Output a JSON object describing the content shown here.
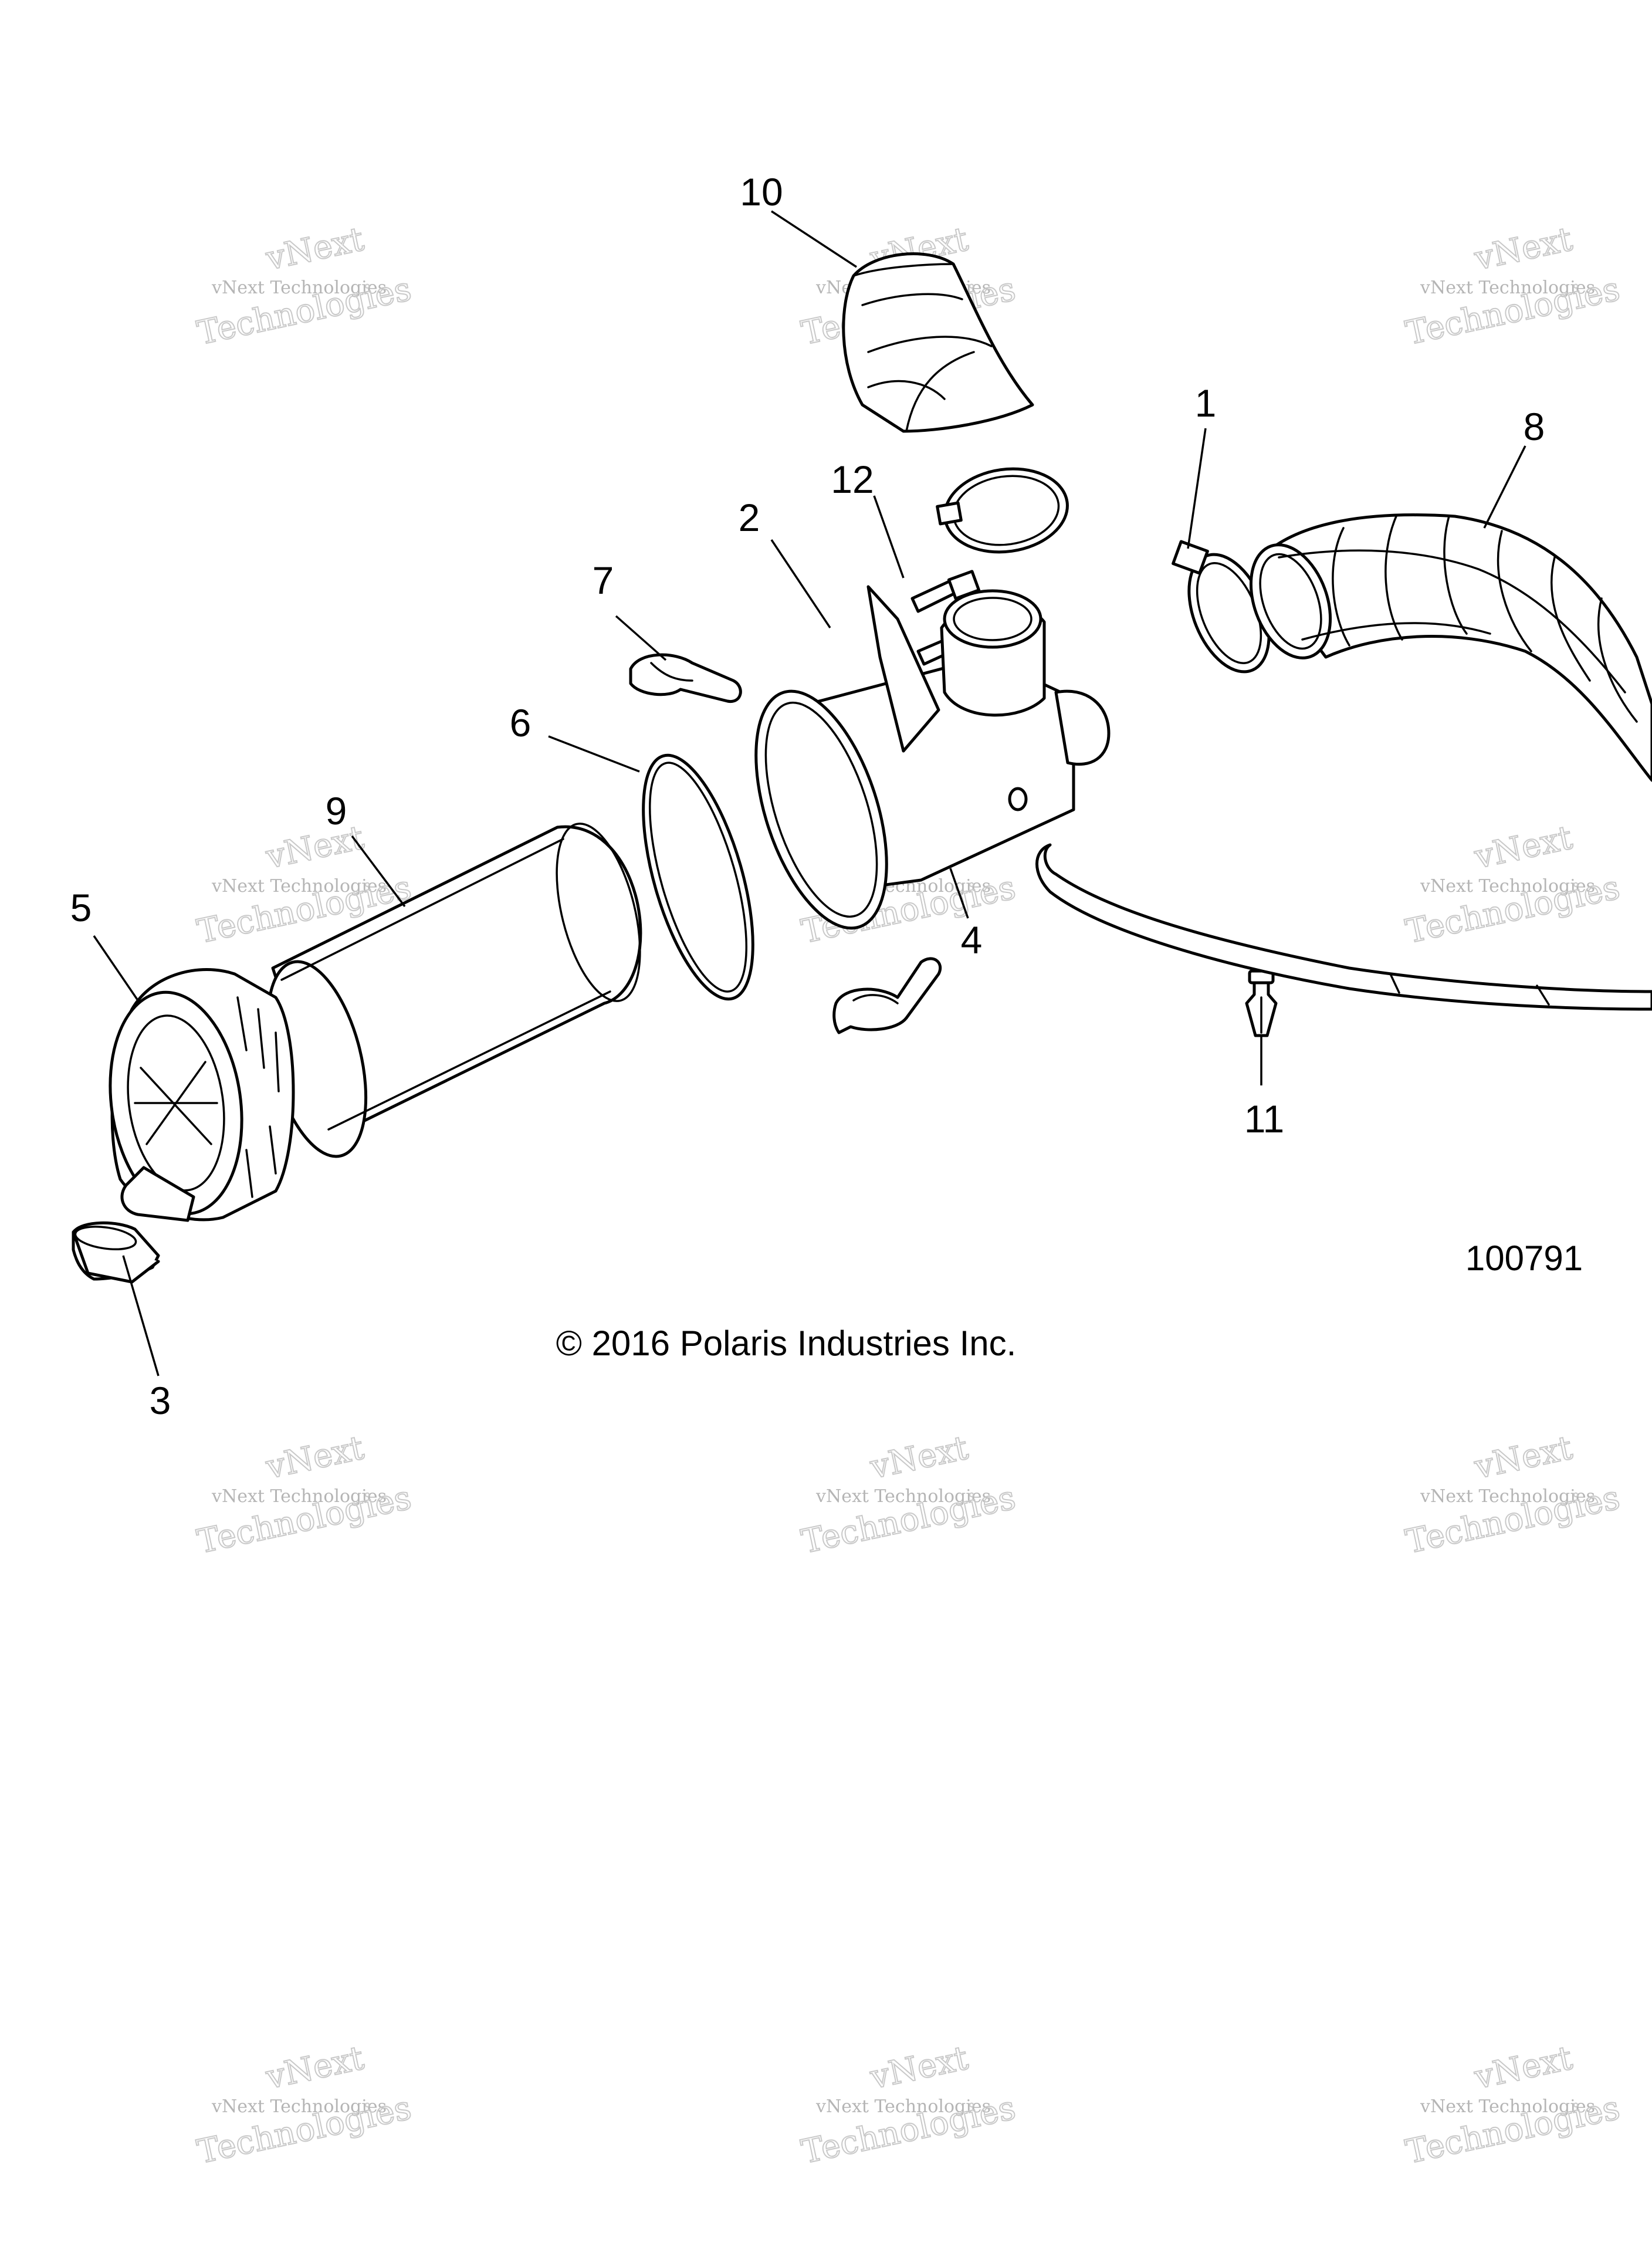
{
  "diagram": {
    "figure_number": "100791",
    "copyright": "© 2016 Polaris Industries Inc.",
    "callouts": [
      {
        "id": "c1",
        "label": "1"
      },
      {
        "id": "c2",
        "label": "2"
      },
      {
        "id": "c3",
        "label": "3"
      },
      {
        "id": "c4",
        "label": "4"
      },
      {
        "id": "c5",
        "label": "5"
      },
      {
        "id": "c6",
        "label": "6"
      },
      {
        "id": "c7",
        "label": "7"
      },
      {
        "id": "c8",
        "label": "8"
      },
      {
        "id": "c9",
        "label": "9"
      },
      {
        "id": "c10",
        "label": "10"
      },
      {
        "id": "c11",
        "label": "11"
      },
      {
        "id": "c12",
        "label": "12"
      }
    ]
  },
  "watermark": {
    "line1": "vNext",
    "line2": "vNext Technologies",
    "line3": "Technologies"
  }
}
